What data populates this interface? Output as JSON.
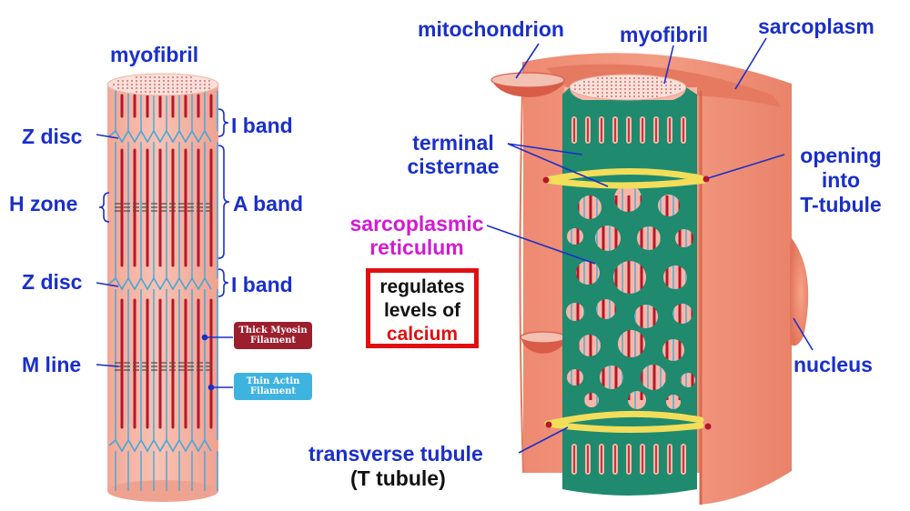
{
  "left": {
    "top_label": "myofibril",
    "z_disc_1": "Z disc",
    "h_zone": "H zone",
    "z_disc_2": "Z disc",
    "m_line": "M line",
    "i_band_1": "I band",
    "a_band": "A band",
    "i_band_2": "I band",
    "thick_tag": [
      "Thick Myosin",
      "Filament"
    ],
    "thin_tag": [
      "Thin Actin",
      "Filament"
    ]
  },
  "right": {
    "mitochondrion": "mitochondrion",
    "myofibril": "myofibril",
    "sarcoplasm": "sarcoplasm",
    "terminal_cisternae": [
      "terminal",
      "cisternae"
    ],
    "sarcoplasmic_reticulum": [
      "sarcoplasmic",
      "reticulum"
    ],
    "opening": [
      "opening",
      "into",
      "T-tubule"
    ],
    "nucleus": "nucleus",
    "transverse": "transverse tubule",
    "t_tubule": "(T tubule)",
    "box_lines": [
      "regulates",
      "levels of",
      "calcium"
    ]
  },
  "colors": {
    "label_blue": "#1a2fc9",
    "magenta": "#d21bd2",
    "myofibril_pink": "#f6b3a4",
    "thick_red": "#b5162c",
    "thin_blue": "#3fa9dc",
    "sr_green": "#1f8a6e",
    "sarcolemma": "#ef8f76",
    "tubule_yellow": "#f2de5a",
    "box_red": "#e01010",
    "thick_tag_bg": "#9c1f2e",
    "thin_tag_bg": "#3fb3e0"
  }
}
